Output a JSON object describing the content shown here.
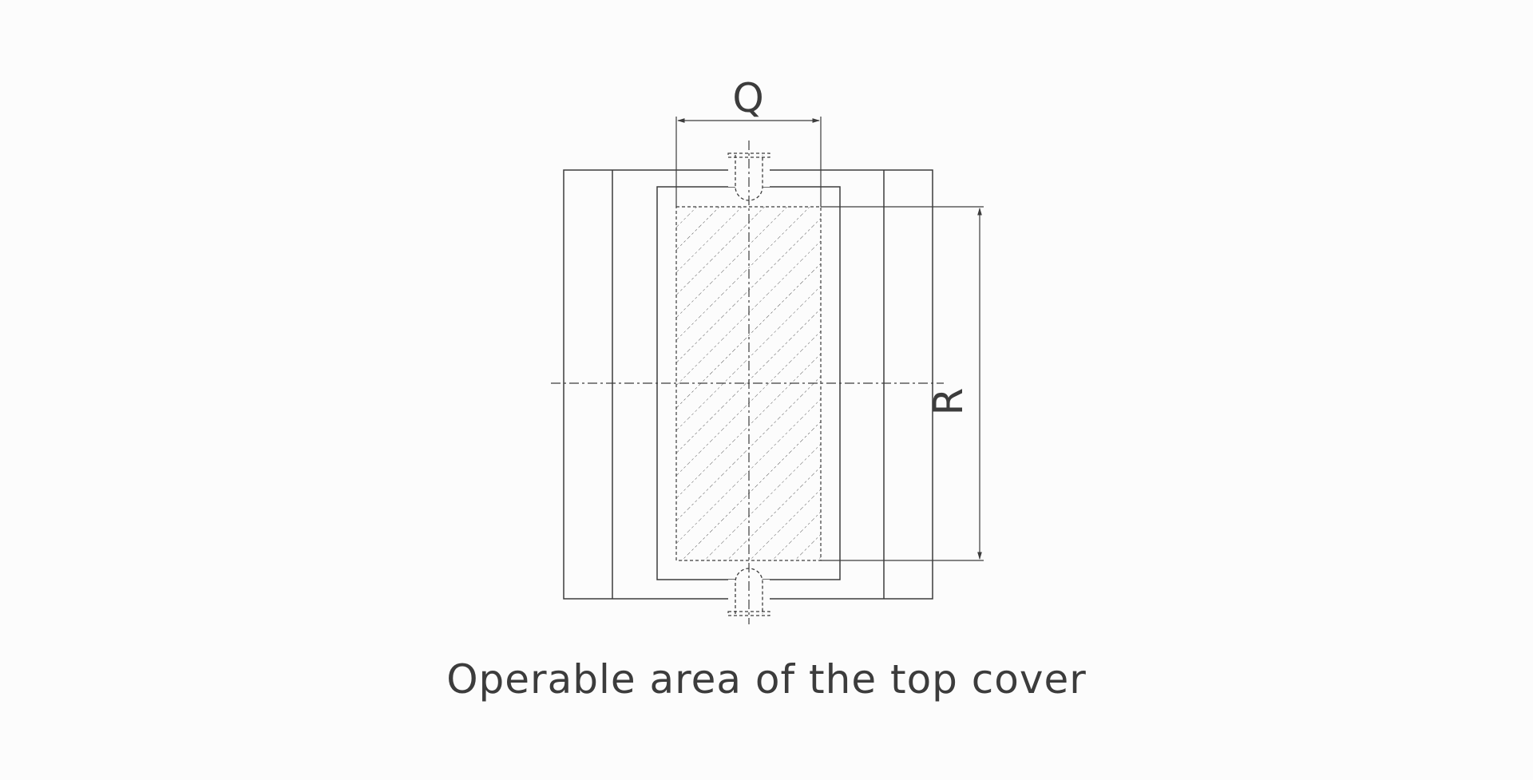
{
  "diagram": {
    "caption": "Operable area of the top cover",
    "dimension_labels": {
      "width": "Q",
      "height": "R"
    }
  }
}
